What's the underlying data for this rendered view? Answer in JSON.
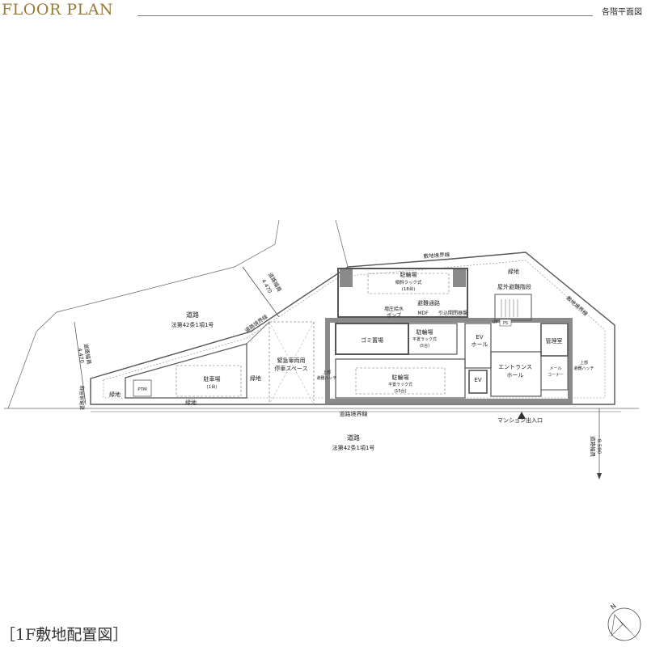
{
  "header": {
    "title": "FLOOR PLAN",
    "section": "各階平面図"
  },
  "caption": "［1F敷地配置図］",
  "labels": {
    "road_top_1": "道路",
    "road_top_2": "法第42条1項1号",
    "road_width_left": "道路幅員",
    "road_width_left_val": "4.470",
    "road_width_top": "道路幅員",
    "road_width_top_val": "4.470",
    "road_boundary_diag": "道路境界線",
    "road_boundary_left": "道路境界線",
    "site_boundary_top": "敷地境界線",
    "site_boundary_right": "敷地境界線",
    "greenery_top": "緑地",
    "greenery_left": "緑地",
    "greenery_bottom": "緑地",
    "greenery_mid": "緑地",
    "ptm": "PTM",
    "parking_1": "駐車場",
    "parking_1_sub": "(1台)",
    "emergency_1": "緊急車両用",
    "emergency_2": "停車スペース",
    "bike_top_1": "駐輪場",
    "bike_top_2": "傾斜ラック式",
    "bike_top_3": "(18台)",
    "evac_route": "避難通路",
    "booster_1": "増圧給水",
    "booster_2": "ポンプ",
    "mdf": "MDF",
    "lead_in": "引込開閉器盤",
    "outdoor_stairs": "屋外避難階段",
    "up": "UP",
    "ps": "PS",
    "garbage": "ゴミ置場",
    "bike_mid_1": "駐輪場",
    "bike_mid_2": "平置ラック式",
    "bike_mid_3": "(5台)",
    "ev_hall_1": "EV",
    "ev_hall_2": "ホール",
    "office": "管理室",
    "hatch_left_1": "上部",
    "hatch_left_2": "避難ハッチ",
    "hatch_right_1": "上部",
    "hatch_right_2": "避難ハッチ",
    "bike_low_1": "駐輪場",
    "bike_low_2": "平置ラック式",
    "bike_low_3": "(15台)",
    "ev": "EV",
    "entrance_1": "エントランス",
    "entrance_2": "ホール",
    "mail_1": "メール",
    "mail_2": "コーナー",
    "road_boundary_bottom": "道路境界線",
    "entrance_mark": "マンション出入口",
    "road_bottom_1": "道路",
    "road_bottom_2": "法第42条1項1号",
    "road_width_right": "道路幅員",
    "road_width_right_val": "8.580",
    "compass_n": "N"
  },
  "colors": {
    "accent": "#9a7b36",
    "wall": "#8a8a8a",
    "line": "#444444"
  }
}
